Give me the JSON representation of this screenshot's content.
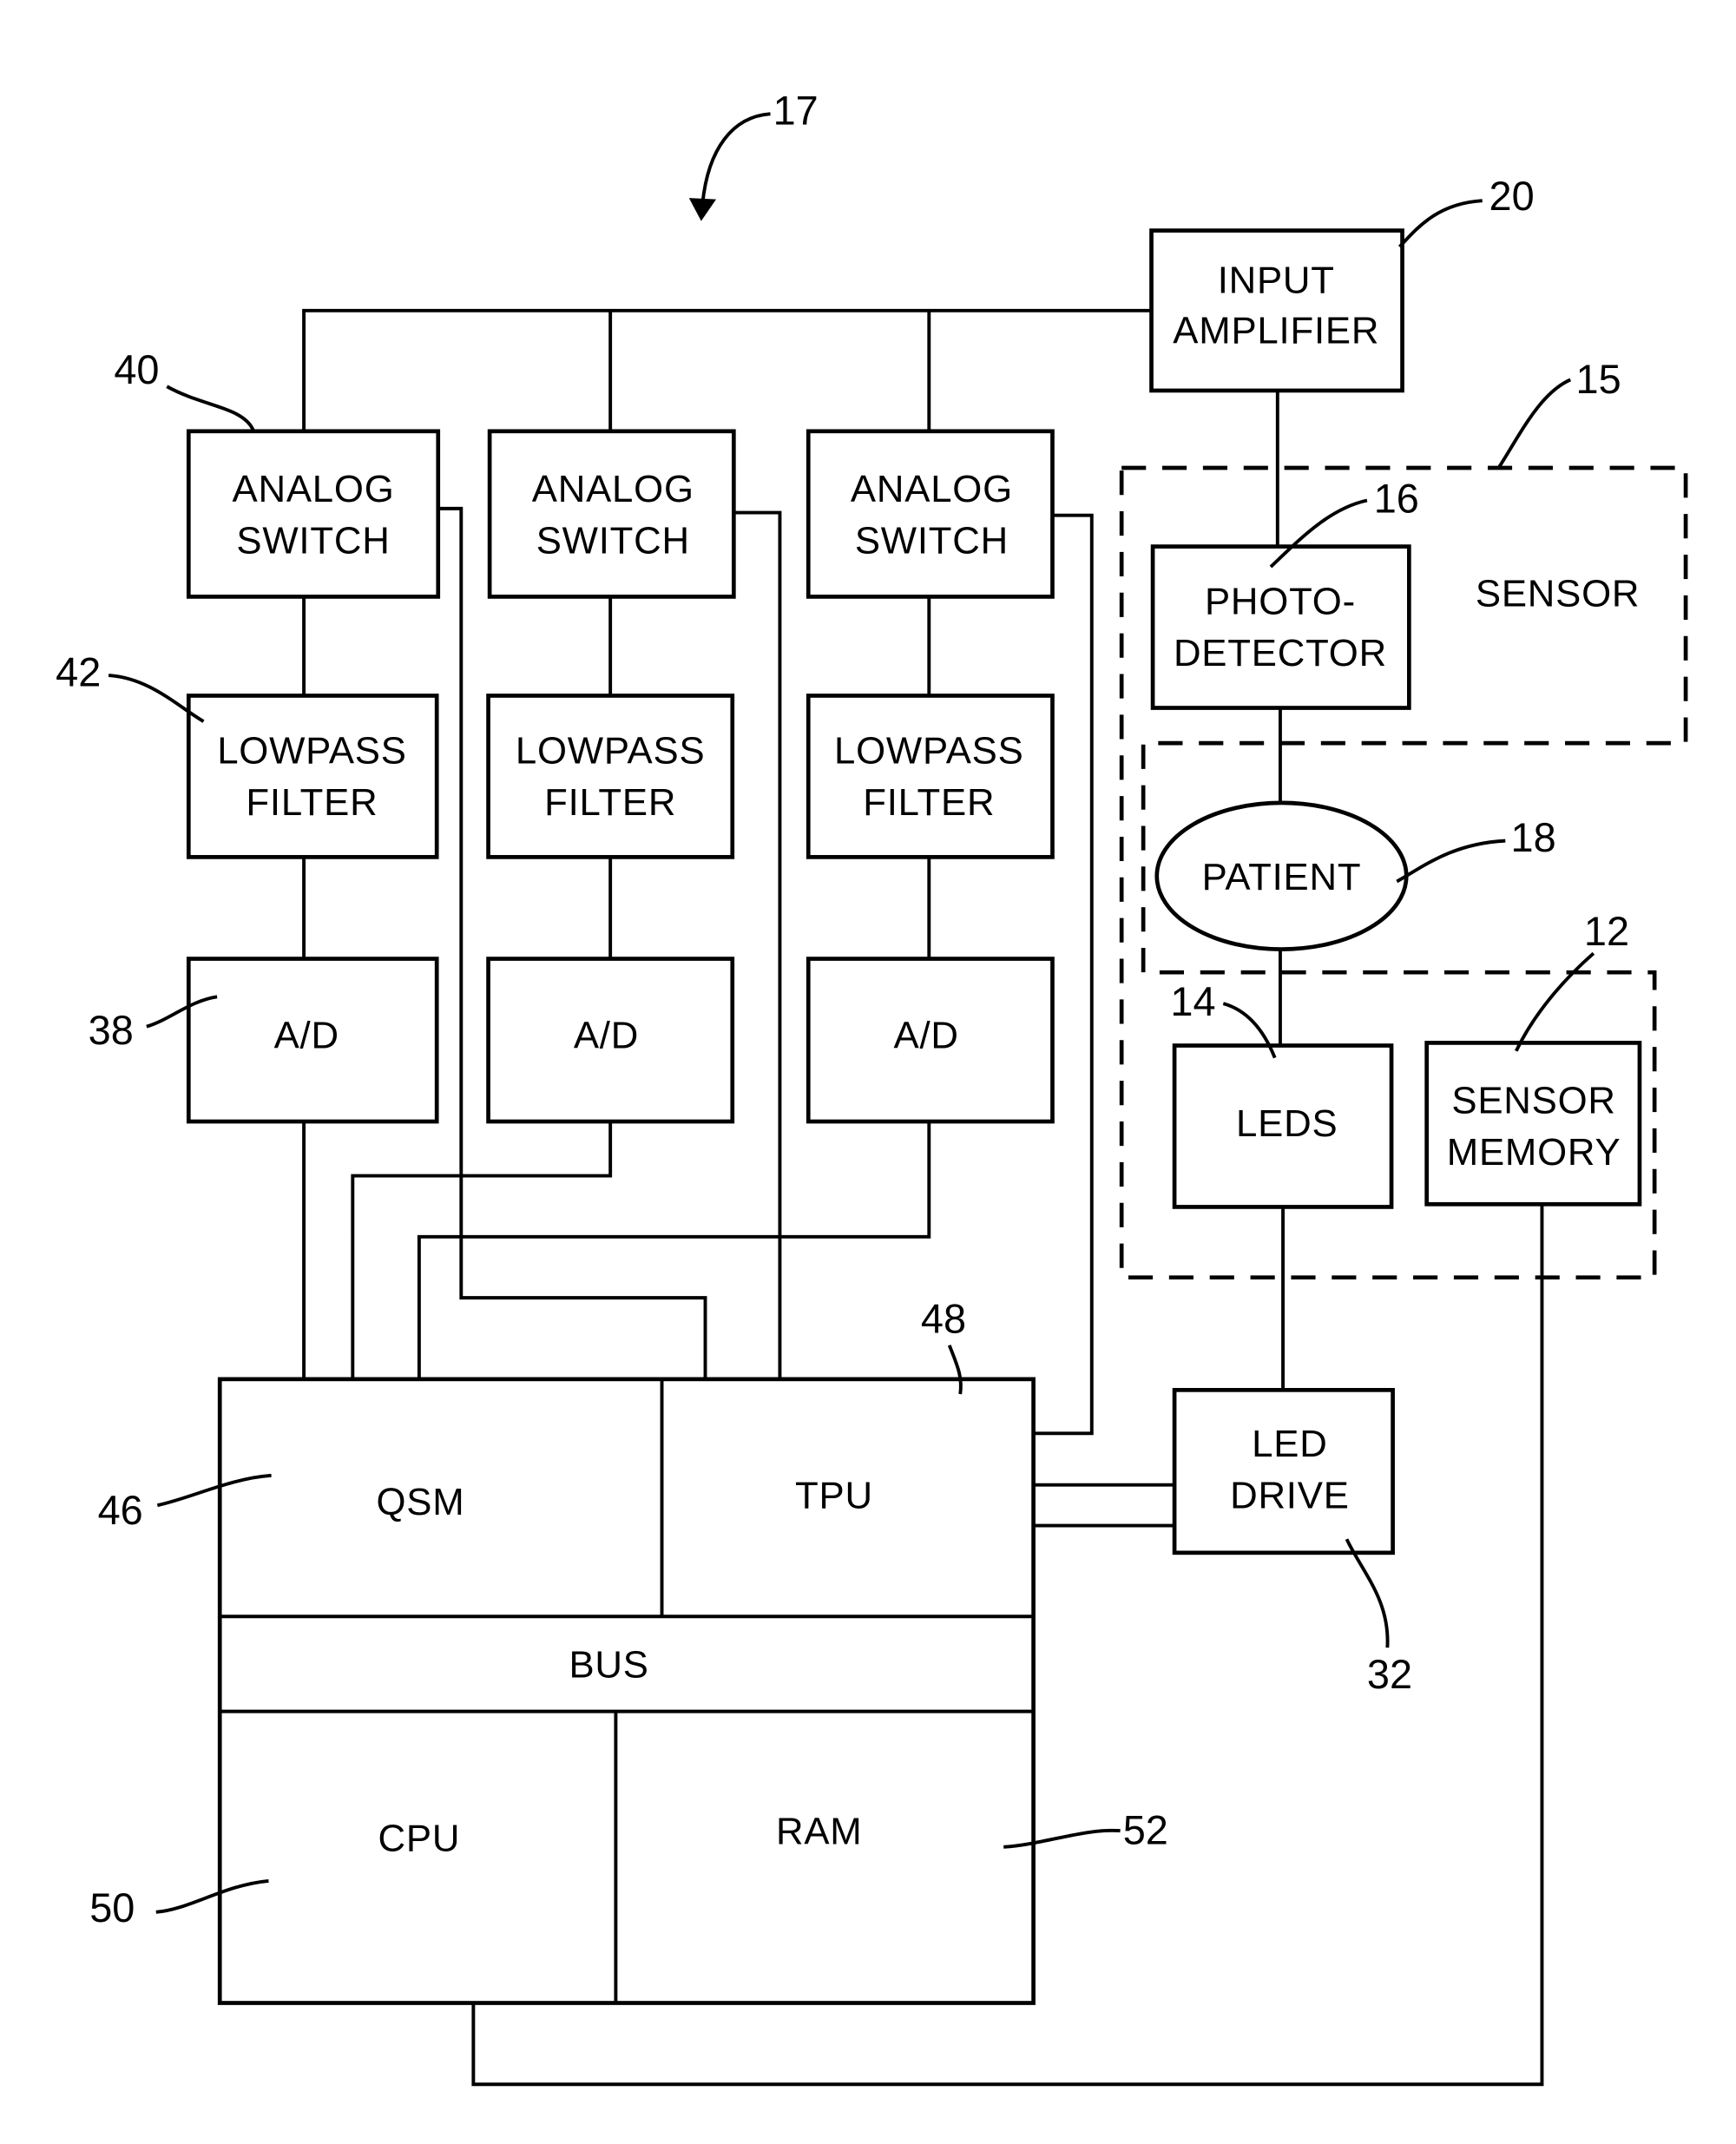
{
  "figure_ref": "17",
  "blocks": {
    "input_amp": [
      "INPUT",
      "AMPLIFIER"
    ],
    "photodetector": [
      "PHOTO-",
      "DETECTOR"
    ],
    "sensor": "SENSOR",
    "patient": "PATIENT",
    "leds": "LEDS",
    "sensor_memory": [
      "SENSOR",
      "MEMORY"
    ],
    "led_drive": [
      "LED",
      "DRIVE"
    ],
    "analog_switch": [
      "ANALOG",
      "SWITCH"
    ],
    "lowpass": [
      "LOWPASS",
      "FILTER"
    ],
    "ad": "A/D",
    "qsm": "QSM",
    "tpu": "TPU",
    "bus": "BUS",
    "cpu": "CPU",
    "ram": "RAM"
  },
  "refs": {
    "r17": "17",
    "r20": "20",
    "r15": "15",
    "r16": "16",
    "r18": "18",
    "r12": "12",
    "r14": "14",
    "r32": "32",
    "r40": "40",
    "r42": "42",
    "r38": "38",
    "r46": "46",
    "r48": "48",
    "r50": "50",
    "r52": "52"
  }
}
